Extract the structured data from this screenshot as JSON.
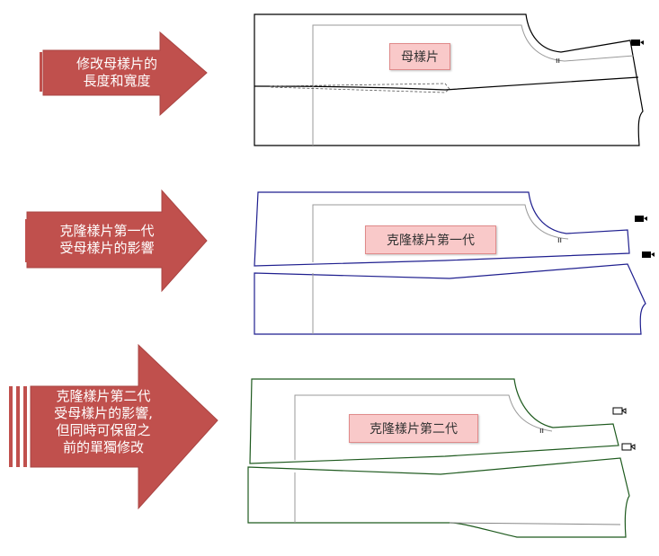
{
  "rows": [
    {
      "arrow_text": "修改母樣片的\n長度和寬度",
      "piece_label": "母樣片",
      "outline_color": "#000000"
    },
    {
      "arrow_text": "克隆樣片第一代\n受母樣片的影響",
      "piece_label": "克隆樣片第一代",
      "outline_color": "#1f1f8f"
    },
    {
      "arrow_text": "克隆樣片第二代\n受母樣片的影響,\n但同時可保留之\n前的單獨修改",
      "piece_label": "克隆樣片第二代",
      "outline_color": "#1e5a1e"
    }
  ],
  "colors": {
    "arrow_fill": "#c0504d",
    "label_fill": "#f9c9c9",
    "seam_line": "#999999"
  }
}
